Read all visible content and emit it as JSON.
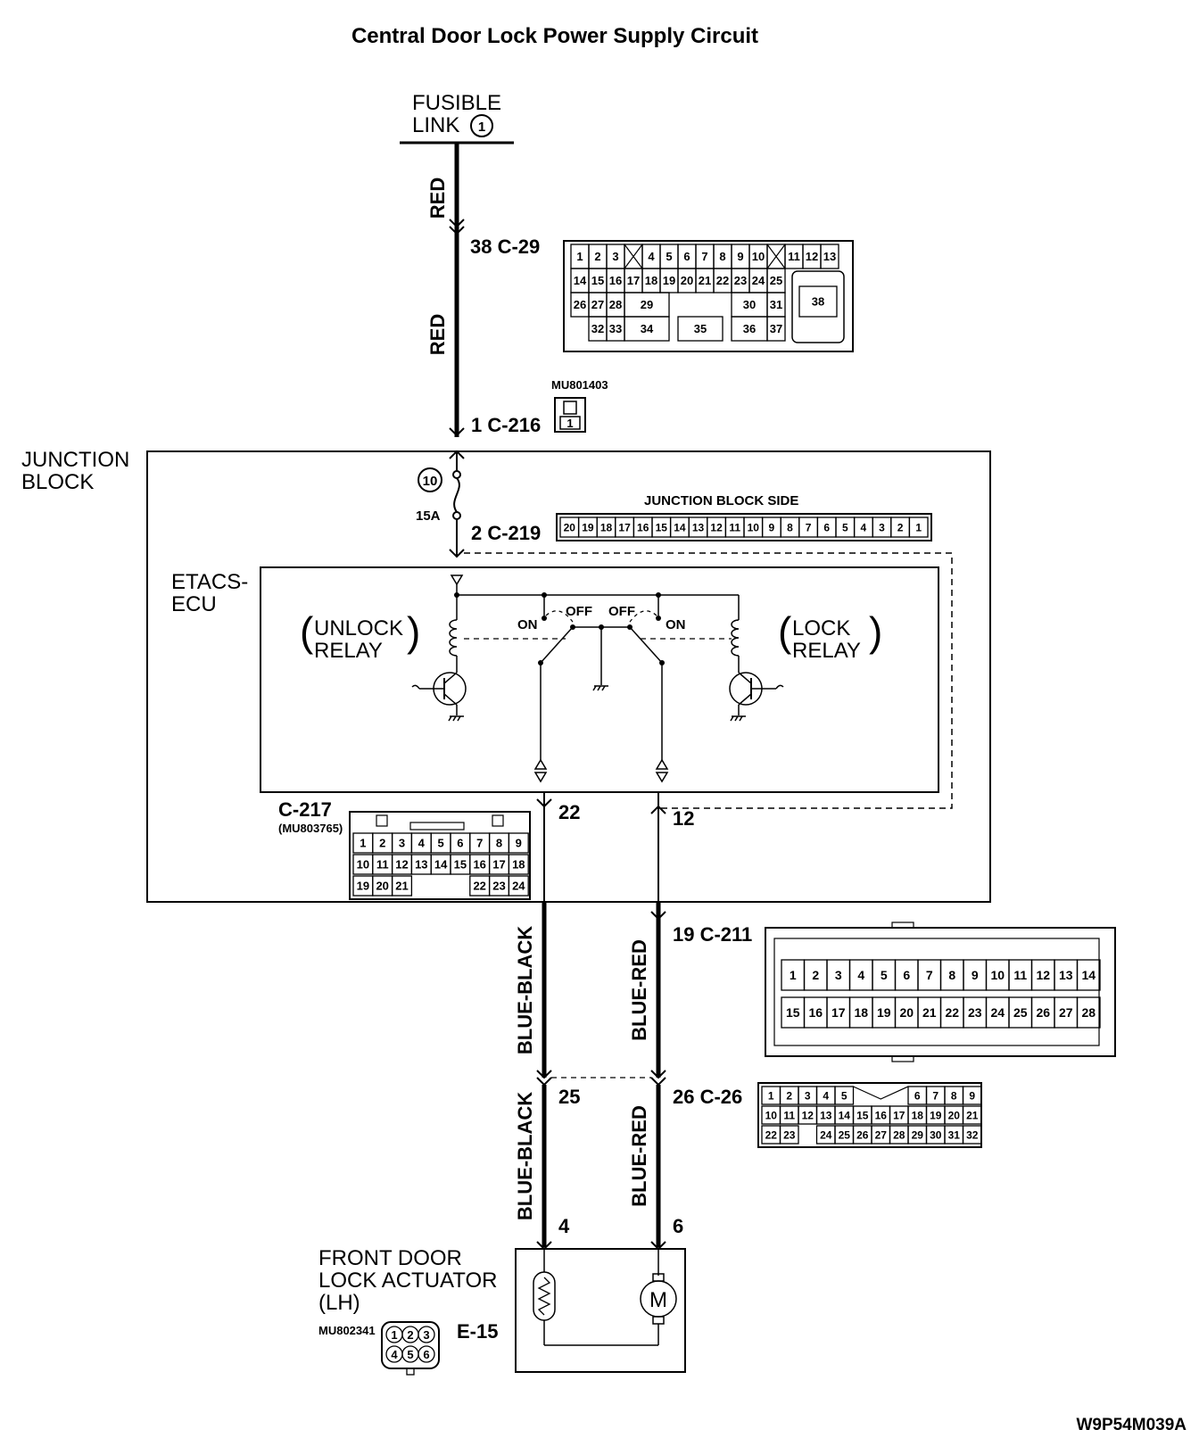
{
  "title": "Central Door Lock Power Supply Circuit",
  "diagram_code": "W9P54M039A",
  "fusible_link": {
    "line1": "FUSIBLE",
    "line2": "LINK",
    "number": "1"
  },
  "wire_colors": {
    "red": "RED",
    "blue_black": "BLUE-BLACK",
    "blue_red": "BLUE-RED"
  },
  "connectors": {
    "c29": {
      "label": "38  C-29",
      "cells": [
        "1",
        "2",
        "3",
        "4",
        "5",
        "6",
        "7",
        "8",
        "9",
        "10",
        "11",
        "12",
        "13",
        "14",
        "15",
        "16",
        "17",
        "18",
        "19",
        "20",
        "21",
        "22",
        "23",
        "24",
        "25",
        "26",
        "27",
        "28",
        "29",
        "30",
        "31",
        "32",
        "33",
        "34",
        "35",
        "36",
        "37",
        "38"
      ]
    },
    "c216": {
      "label": "1  C-216",
      "part": "MU801403",
      "pin": "1"
    },
    "c219": {
      "label": "2  C-219",
      "side_label": "JUNCTION BLOCK SIDE",
      "cells": [
        "20",
        "19",
        "18",
        "17",
        "16",
        "15",
        "14",
        "13",
        "12",
        "11",
        "10",
        "9",
        "8",
        "7",
        "6",
        "5",
        "4",
        "3",
        "2",
        "1"
      ]
    },
    "c217": {
      "label": "C-217",
      "part": "(MU803765)",
      "cells": [
        "1",
        "2",
        "3",
        "4",
        "5",
        "6",
        "7",
        "8",
        "9",
        "10",
        "11",
        "12",
        "13",
        "14",
        "15",
        "16",
        "17",
        "18",
        "19",
        "20",
        "21",
        "22",
        "23",
        "24"
      ]
    },
    "c211": {
      "label": "19  C-211",
      "cells": [
        "1",
        "2",
        "3",
        "4",
        "5",
        "6",
        "7",
        "8",
        "9",
        "10",
        "11",
        "12",
        "13",
        "14",
        "15",
        "16",
        "17",
        "18",
        "19",
        "20",
        "21",
        "22",
        "23",
        "24",
        "25",
        "26",
        "27",
        "28"
      ]
    },
    "c26": {
      "label": "26  C-26",
      "pin_left": "25",
      "cells": [
        "1",
        "2",
        "3",
        "4",
        "5",
        "6",
        "7",
        "8",
        "9",
        "10",
        "11",
        "12",
        "13",
        "14",
        "15",
        "16",
        "17",
        "18",
        "19",
        "20",
        "21",
        "22",
        "23",
        "24",
        "25",
        "26",
        "27",
        "28",
        "29",
        "30",
        "31",
        "32"
      ]
    },
    "e15": {
      "label": "E-15",
      "part": "MU802341",
      "cells": [
        "1",
        "2",
        "3",
        "4",
        "5",
        "6"
      ]
    }
  },
  "junction_block": {
    "line1": "JUNCTION",
    "line2": "BLOCK",
    "fuse_number": "10",
    "fuse_rating": "15A",
    "pin_left": "22",
    "pin_right": "12"
  },
  "etacs": {
    "line1": "ETACS-",
    "line2": "ECU",
    "unlock_line1": "UNLOCK",
    "unlock_line2": "RELAY",
    "lock_line1": "LOCK",
    "lock_line2": "RELAY",
    "on": "ON",
    "off": "OFF"
  },
  "actuator": {
    "line1": "FRONT DOOR",
    "line2": "LOCK ACTUATOR",
    "line3": "(LH)",
    "pin_left": "4",
    "pin_right": "6",
    "motor": "M"
  }
}
